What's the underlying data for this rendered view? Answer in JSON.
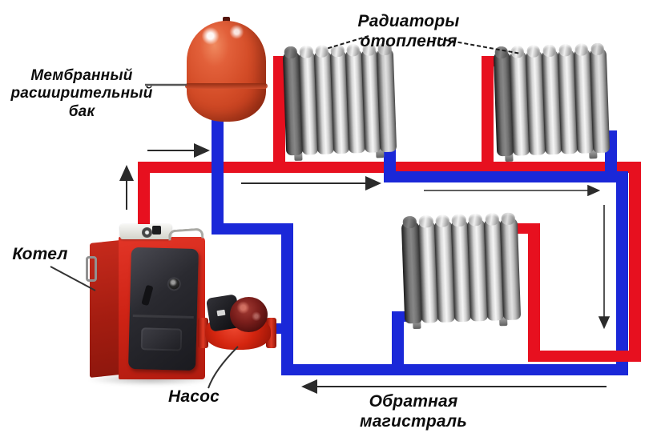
{
  "diagram": {
    "type": "heating-system-schematic",
    "labels": {
      "radiators": "Радиаторы отопления",
      "expansion_tank": "Мембранный расширительный бак",
      "boiler": "Котел",
      "pump": "Насос",
      "return_line": "Обратная магистраль"
    },
    "components": {
      "radiator_count": 3,
      "radiator_sections_each": 7
    },
    "colors": {
      "supply_pipe": "#e7101f",
      "return_pipe": "#1a28d8",
      "expansion_tank": "#d44d28",
      "boiler_body": "#ce2315",
      "boiler_door": "#26262b",
      "pump_body": "#c31b0d",
      "radiator": "#d6d6d6",
      "annotation": "#2b2b2b",
      "background": "#ffffff"
    }
  }
}
